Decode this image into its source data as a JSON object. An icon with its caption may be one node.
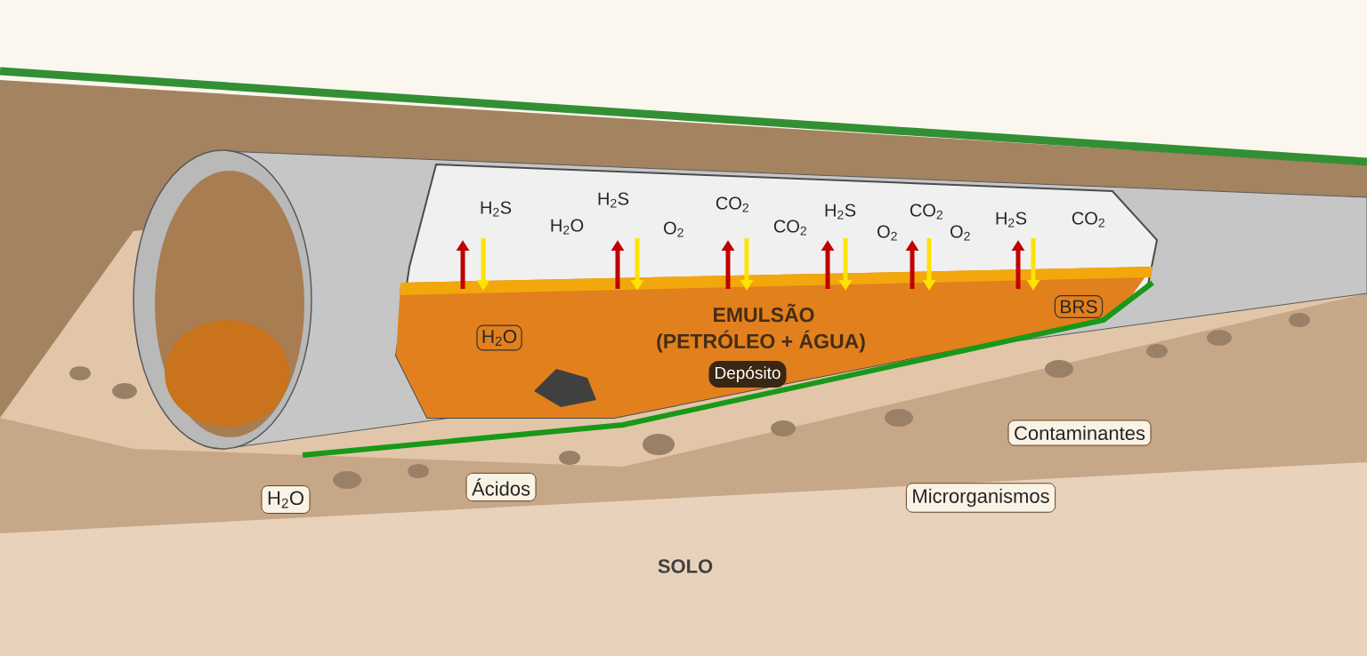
{
  "diagram": {
    "nodes": [
      {
        "text": [
          "H$_{2}$O"
        ]
      },
      {
        "text": [
          "BRS"
        ]
      },
      {
        "text": [
          "Depósito"
        ]
      },
      {
        "text": [
          "H$_{2}$O"
        ]
      },
      {
        "text": [
          "Ácidos"
        ]
      },
      {
        "text": [
          "Contaminantes"
        ]
      },
      {
        "text": [
          "Microrganismos"
        ]
      }
    ],
    "labels": [
      "H$_{2}$S",
      "H$_{2}$O",
      "H$_{2}$S",
      "O$_{2}$",
      "CO$_{2}$",
      "CO$_{2}$",
      "H$_{2}$S",
      "O$_{2}$",
      "CO$_{2}$",
      "O$_{2}$",
      "H$_{2}$S",
      "CO$_{2}$",
      "EMULSÃO",
      "(PETRÓLEO + ÁGUA)",
      "SOLO"
    ]
  }
}
